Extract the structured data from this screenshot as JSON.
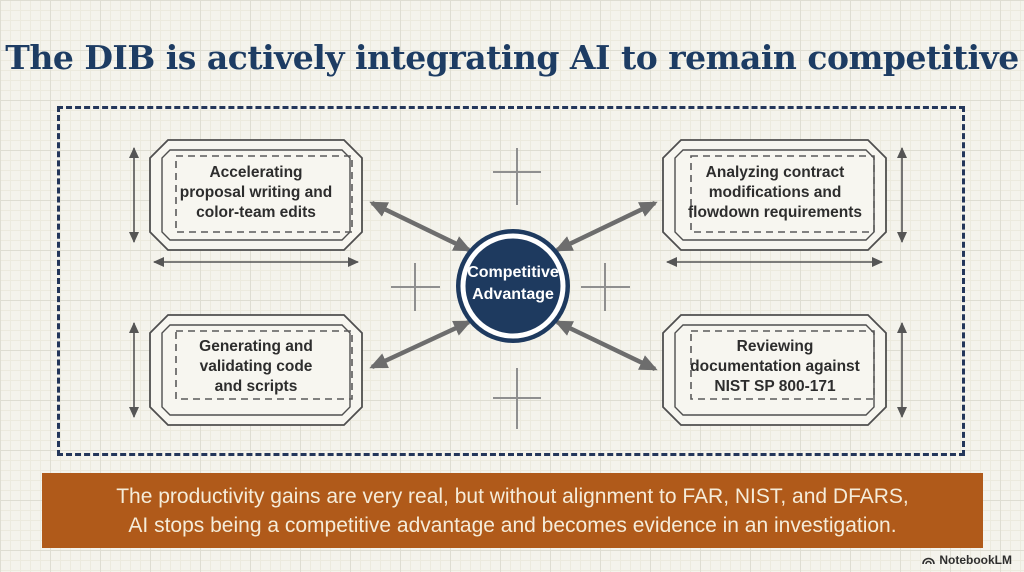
{
  "title": "The DIB is actively integrating AI to remain competitive",
  "center_node": {
    "lines": [
      "Competitive",
      "Advantage"
    ]
  },
  "boxes": [
    {
      "position": "top-left",
      "lines": [
        "Accelerating",
        "proposal writing and",
        "color-team edits"
      ]
    },
    {
      "position": "top-right",
      "lines": [
        "Analyzing contract",
        "modifications and",
        "flowdown requirements"
      ]
    },
    {
      "position": "bottom-left",
      "lines": [
        "Generating and",
        "validating code",
        "and scripts"
      ]
    },
    {
      "position": "bottom-right",
      "lines": [
        "Reviewing",
        "documentation against",
        "NIST SP 800-171"
      ]
    }
  ],
  "banner": {
    "lines": [
      "The productivity gains are very real, but without alignment to FAR, NIST, and DFARS,",
      "AI stops being a competitive advantage and becomes evidence in an investigation."
    ]
  },
  "watermark": "NotebookLM",
  "colors": {
    "title_navy": "#1d3c63",
    "center_circle_navy": "#1e3a5f",
    "dashed_border_navy": "#23365a",
    "banner_orange": "#b05a1a",
    "banner_text_cream": "#f5ecd9",
    "arrow_gray": "#6d6d6d",
    "background_paper": "#f4f3ec"
  }
}
